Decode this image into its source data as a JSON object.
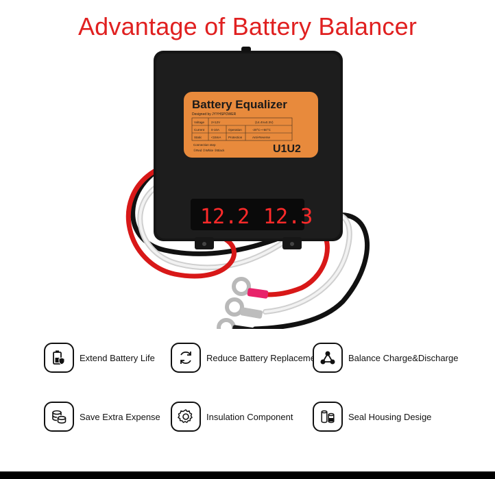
{
  "title": "Advantage of Battery Balancer",
  "device": {
    "label_title": "Battery Equalizer",
    "label_subtitle": "Designed by JYYHSPOWER",
    "spec_rows": [
      [
        "Voltage",
        "2×12V",
        "(14.4V±0.3V)"
      ],
      [
        "Current",
        "0-10A",
        "Operation",
        "-20°C~+50°C"
      ],
      [
        "Static",
        "<15mA",
        "Protection",
        "Anti-Reverse"
      ]
    ],
    "connection_label": "Connection step",
    "connection_steps": "①Red ②White ③Black",
    "model": "U1U2",
    "display_left": "12.2",
    "display_right": "12.3"
  },
  "features": [
    {
      "label": "Extend Battery Life",
      "icon": "battery-shield-icon"
    },
    {
      "label": "Reduce Battery Replacement",
      "icon": "refresh-icon"
    },
    {
      "label": "Balance Charge&Discharge",
      "icon": "network-nodes-icon"
    },
    {
      "label": "Save Extra Expense",
      "icon": "coins-icon"
    },
    {
      "label": "Insulation Component",
      "icon": "gear-icon"
    },
    {
      "label": "Seal Housing Desige",
      "icon": "battery-cells-icon"
    }
  ],
  "colors": {
    "title": "#e02020",
    "label_orange": "#e88a3c",
    "led_red": "#ff2a2a",
    "housing": "#151515"
  }
}
